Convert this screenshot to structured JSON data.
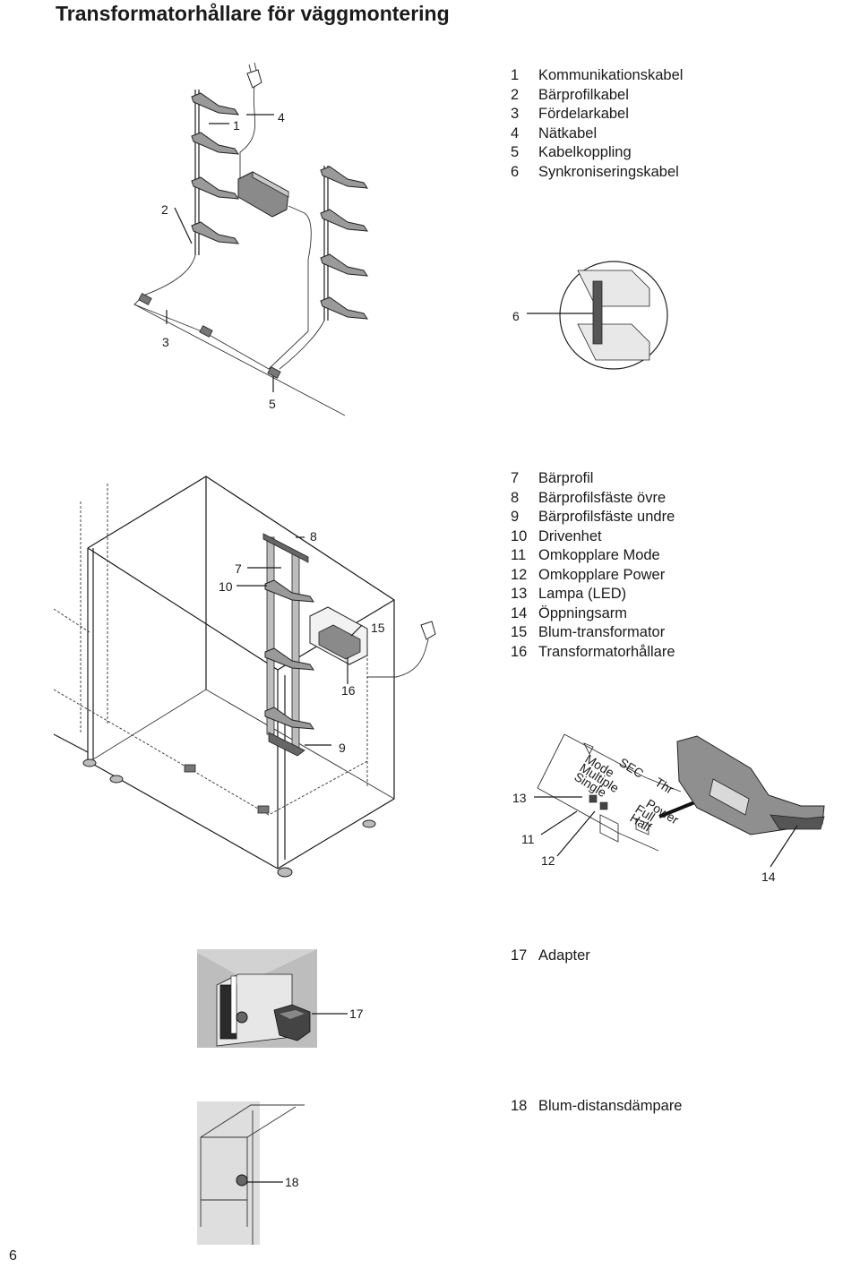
{
  "title": "Transformatorhållare för väggmontering",
  "page_number": "6",
  "legend_1": [
    {
      "num": "1",
      "text": "Kommunikationskabel"
    },
    {
      "num": "2",
      "text": "Bärprofilkabel"
    },
    {
      "num": "3",
      "text": "Fördelarkabel"
    },
    {
      "num": "4",
      "text": "Nätkabel"
    },
    {
      "num": "5",
      "text": "Kabelkoppling"
    },
    {
      "num": "6",
      "text": "Synkroniseringskabel"
    }
  ],
  "legend_2": [
    {
      "num": "7",
      "text": "Bärprofil"
    },
    {
      "num": "8",
      "text": "Bärprofilsfäste övre"
    },
    {
      "num": "9",
      "text": "Bärprofilsfäste undre"
    },
    {
      "num": "10",
      "text": "Drivenhet"
    },
    {
      "num": "11",
      "text": "Omkopplare Mode"
    },
    {
      "num": "12",
      "text": "Omkopplare Power"
    },
    {
      "num": "13",
      "text": "Lampa (LED)"
    },
    {
      "num": "14",
      "text": "Öppningsarm"
    },
    {
      "num": "15",
      "text": "Blum-transformator"
    },
    {
      "num": "16",
      "text": "Transformatorhållare"
    }
  ],
  "legend_3": [
    {
      "num": "17",
      "text": "Adapter"
    }
  ],
  "legend_4": [
    {
      "num": "18",
      "text": "Blum-distansdämpare"
    }
  ],
  "callouts": {
    "c1": "1",
    "c2": "2",
    "c3": "3",
    "c4": "4",
    "c5": "5",
    "c6": "6",
    "c7": "7",
    "c8": "8",
    "c9": "9",
    "c10": "10",
    "c11": "11",
    "c12": "12",
    "c13": "13",
    "c14": "14",
    "c15": "15",
    "c16": "16",
    "c17": "17",
    "c18": "18"
  },
  "device_labels": {
    "sec": "SEC",
    "mode": "Mode",
    "multiple": "Multiple",
    "single": "Single",
    "power": "Power",
    "full": "Full",
    "half": "Half",
    "thr": "Thr"
  }
}
